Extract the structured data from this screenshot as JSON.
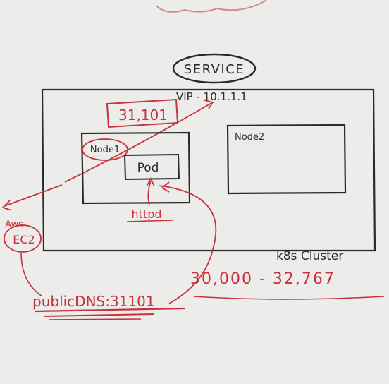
{
  "service": {
    "label": "SERVICE",
    "vip": "VIP - 10.1.1.1"
  },
  "port_box": {
    "label": "31,101"
  },
  "nodes": [
    {
      "label": "Node1"
    },
    {
      "label": "Node2"
    }
  ],
  "pod": {
    "label": "Pod",
    "container": "httpd"
  },
  "cluster": {
    "label": "k8s Cluster"
  },
  "ec2": {
    "label_top": "Aws",
    "label_bottom": "EC2"
  },
  "public_dns": {
    "label": "publicDNS:31101"
  },
  "port_range": {
    "label": "30,000 - 32,767"
  },
  "colors": {
    "ink": "#2a2a2a",
    "marker_red": "#c8323a",
    "board": "#ececeb"
  }
}
